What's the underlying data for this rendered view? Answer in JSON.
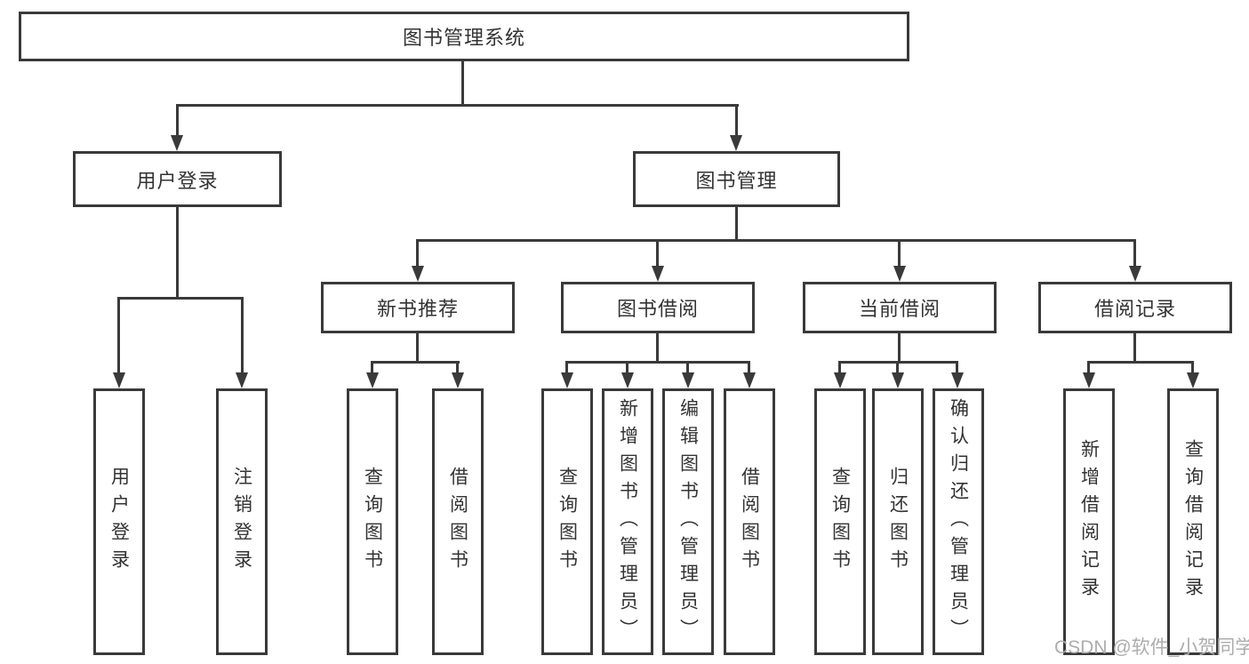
{
  "tree": {
    "root": {
      "label": "图书管理系统"
    },
    "children": [
      {
        "label": "用户登录",
        "children": [
          {
            "label": "用户登录"
          },
          {
            "label": "注销登录"
          }
        ]
      },
      {
        "label": "图书管理",
        "children": [
          {
            "label": "新书推荐",
            "children": [
              {
                "label": "查询图书"
              },
              {
                "label": "借阅图书"
              }
            ]
          },
          {
            "label": "图书借阅",
            "children": [
              {
                "label": "查询图书"
              },
              {
                "label": "新增图书（管理员）"
              },
              {
                "label": "编辑图书（管理员）"
              },
              {
                "label": "借阅图书"
              }
            ]
          },
          {
            "label": "当前借阅",
            "children": [
              {
                "label": "查询图书"
              },
              {
                "label": "归还图书"
              },
              {
                "label": "确认归还（管理员）"
              }
            ]
          },
          {
            "label": "借阅记录",
            "children": [
              {
                "label": "新增借阅记录"
              },
              {
                "label": "查询借阅记录"
              }
            ]
          }
        ]
      }
    ]
  },
  "watermark": {
    "text": "CSDN @软件_小贺同学"
  },
  "colors": {
    "line": "#3a3a3a",
    "border": "#3a3a3a",
    "text": "#333333",
    "watermark": "#adadad",
    "background": "#ffffff"
  }
}
